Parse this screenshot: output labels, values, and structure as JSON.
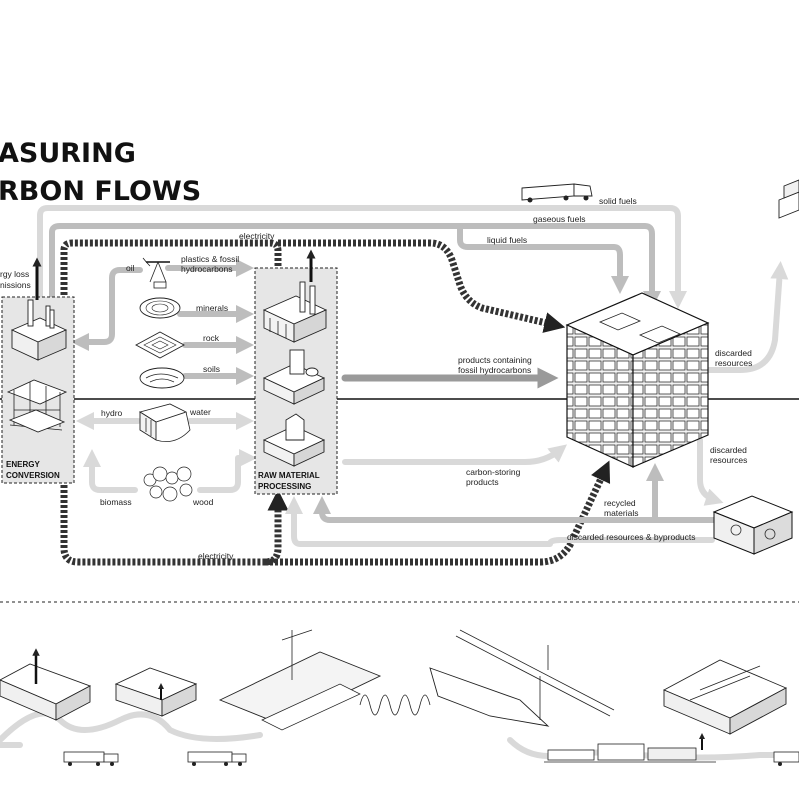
{
  "title": {
    "line1": "ASURING",
    "line2": "RBON FLOWS"
  },
  "boxes": {
    "energy": {
      "label1": "ENERGY",
      "label2": "CONVERSION"
    },
    "raw": {
      "label1": "RAW MATERIAL",
      "label2": "PROCESSING"
    }
  },
  "labels": {
    "energy_loss": "rgy loss",
    "emissions": "nissions",
    "oil": "oil",
    "plastics1": "plastics & fossil",
    "plastics2": "hydrocarbons",
    "minerals": "minerals",
    "rock": "rock",
    "soils": "soils",
    "hydro": "hydro",
    "water": "water",
    "biomass": "biomass",
    "wood": "wood",
    "electricity_top": "electricity",
    "electricity_bottom": "electricity",
    "solid_fuels": "solid fuels",
    "gaseous_fuels": "gaseous fuels",
    "liquid_fuels": "liquid fuels",
    "products1": "products containing",
    "products2": "fossil hydrocarbons",
    "carbon_storing1": "carbon-storing",
    "carbon_storing2": "products",
    "discarded_top1": "discarded",
    "discarded_top2": "resources",
    "discarded_mid1": "discarded",
    "discarded_mid2": "resources",
    "recycled1": "recycled",
    "recycled2": "materials",
    "discarded_byproducts": "discarded resources & byproducts"
  },
  "icons": [
    "power-plant-icon",
    "oil-pump-icon",
    "mineral-pit-icon",
    "rock-quarry-icon",
    "soil-pit-icon",
    "hydro-dam-icon",
    "forest-icon",
    "factory-icon",
    "building-icon",
    "recycling-facility-icon",
    "truck-icon"
  ],
  "colors": {
    "flow_gray": "#bdbdbd",
    "flow_light": "#d9d9d9",
    "flow_dark": "#9a9a9a",
    "electricity": "#333333",
    "box_fill": "#e6e6e6"
  }
}
